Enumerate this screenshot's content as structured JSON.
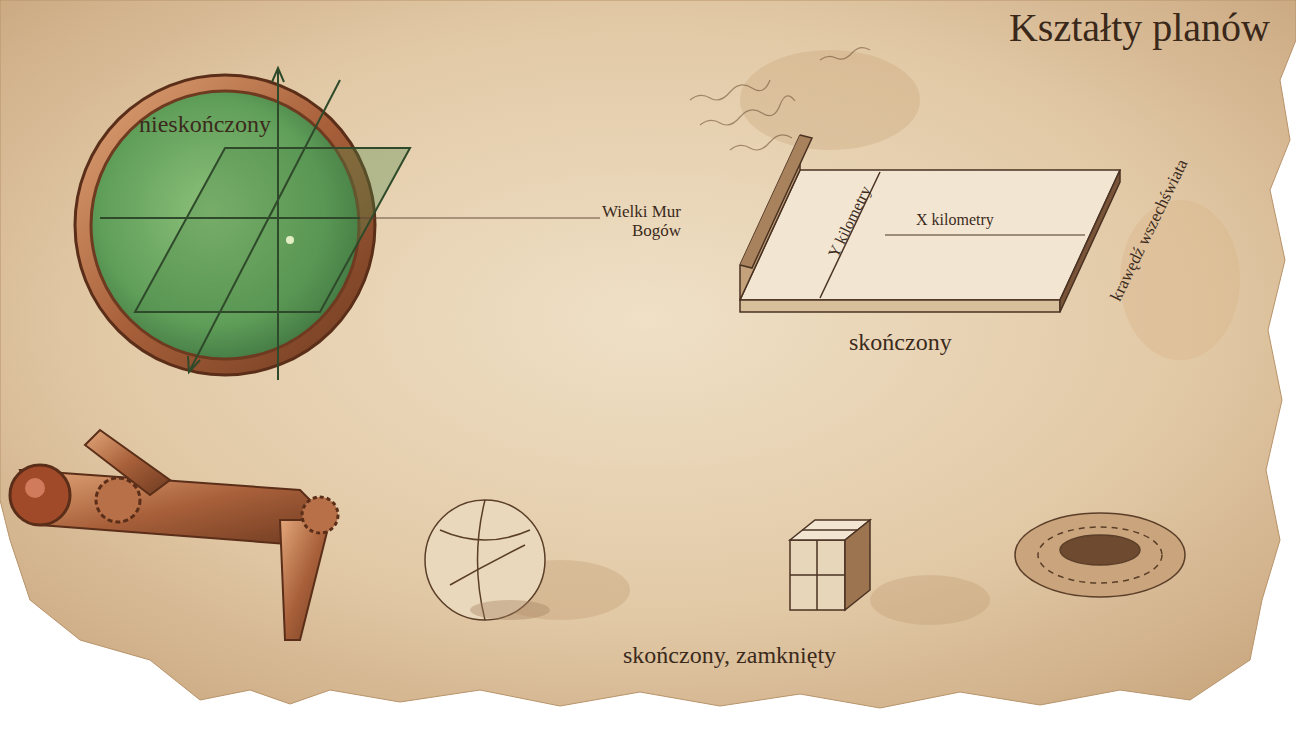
{
  "diagram": {
    "title": "Kształty planów",
    "labels": [
      "nieskończony",
      "Wielki Mur Bogów",
      "Y kilometry",
      "X kilometry",
      "krawędź wszechświata",
      "skończony",
      "skończony, zamknięty"
    ]
  }
}
